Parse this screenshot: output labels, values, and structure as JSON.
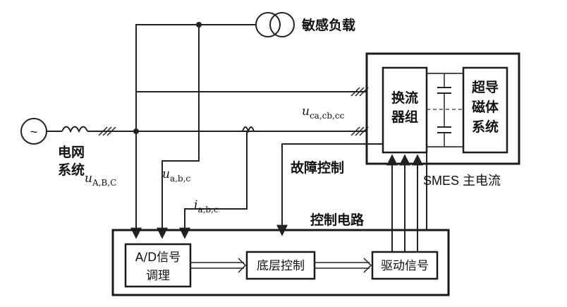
{
  "labels": {
    "sensitive_load": "敏感负载",
    "grid_line1": "电网",
    "grid_line2": "系统",
    "converter_line1": "换流",
    "converter_line2": "器组",
    "magnet_line1": "超导",
    "magnet_line2": "磁体",
    "magnet_line3": "系统",
    "fault_control": "故障控制",
    "smes_current": "SMES 主电流",
    "control_circuit": "控制电路",
    "ad_line1": "A/D信号",
    "ad_line2": "调理",
    "base_control": "底层控制",
    "drive_signal": "驱动信号",
    "source_symbol": "~"
  },
  "variables": {
    "u_abc_upper": {
      "main": "u",
      "sub": "A,B,C"
    },
    "u_abc_lower": {
      "main": "u",
      "sub": "a,b,c"
    },
    "i_abc": {
      "main": "i",
      "sub": "a,b,c"
    },
    "u_ca": {
      "main": "u",
      "sub": "ca,cb,cc"
    }
  },
  "colors": {
    "line": "#222222",
    "text": "#111111",
    "background": "#ffffff"
  }
}
